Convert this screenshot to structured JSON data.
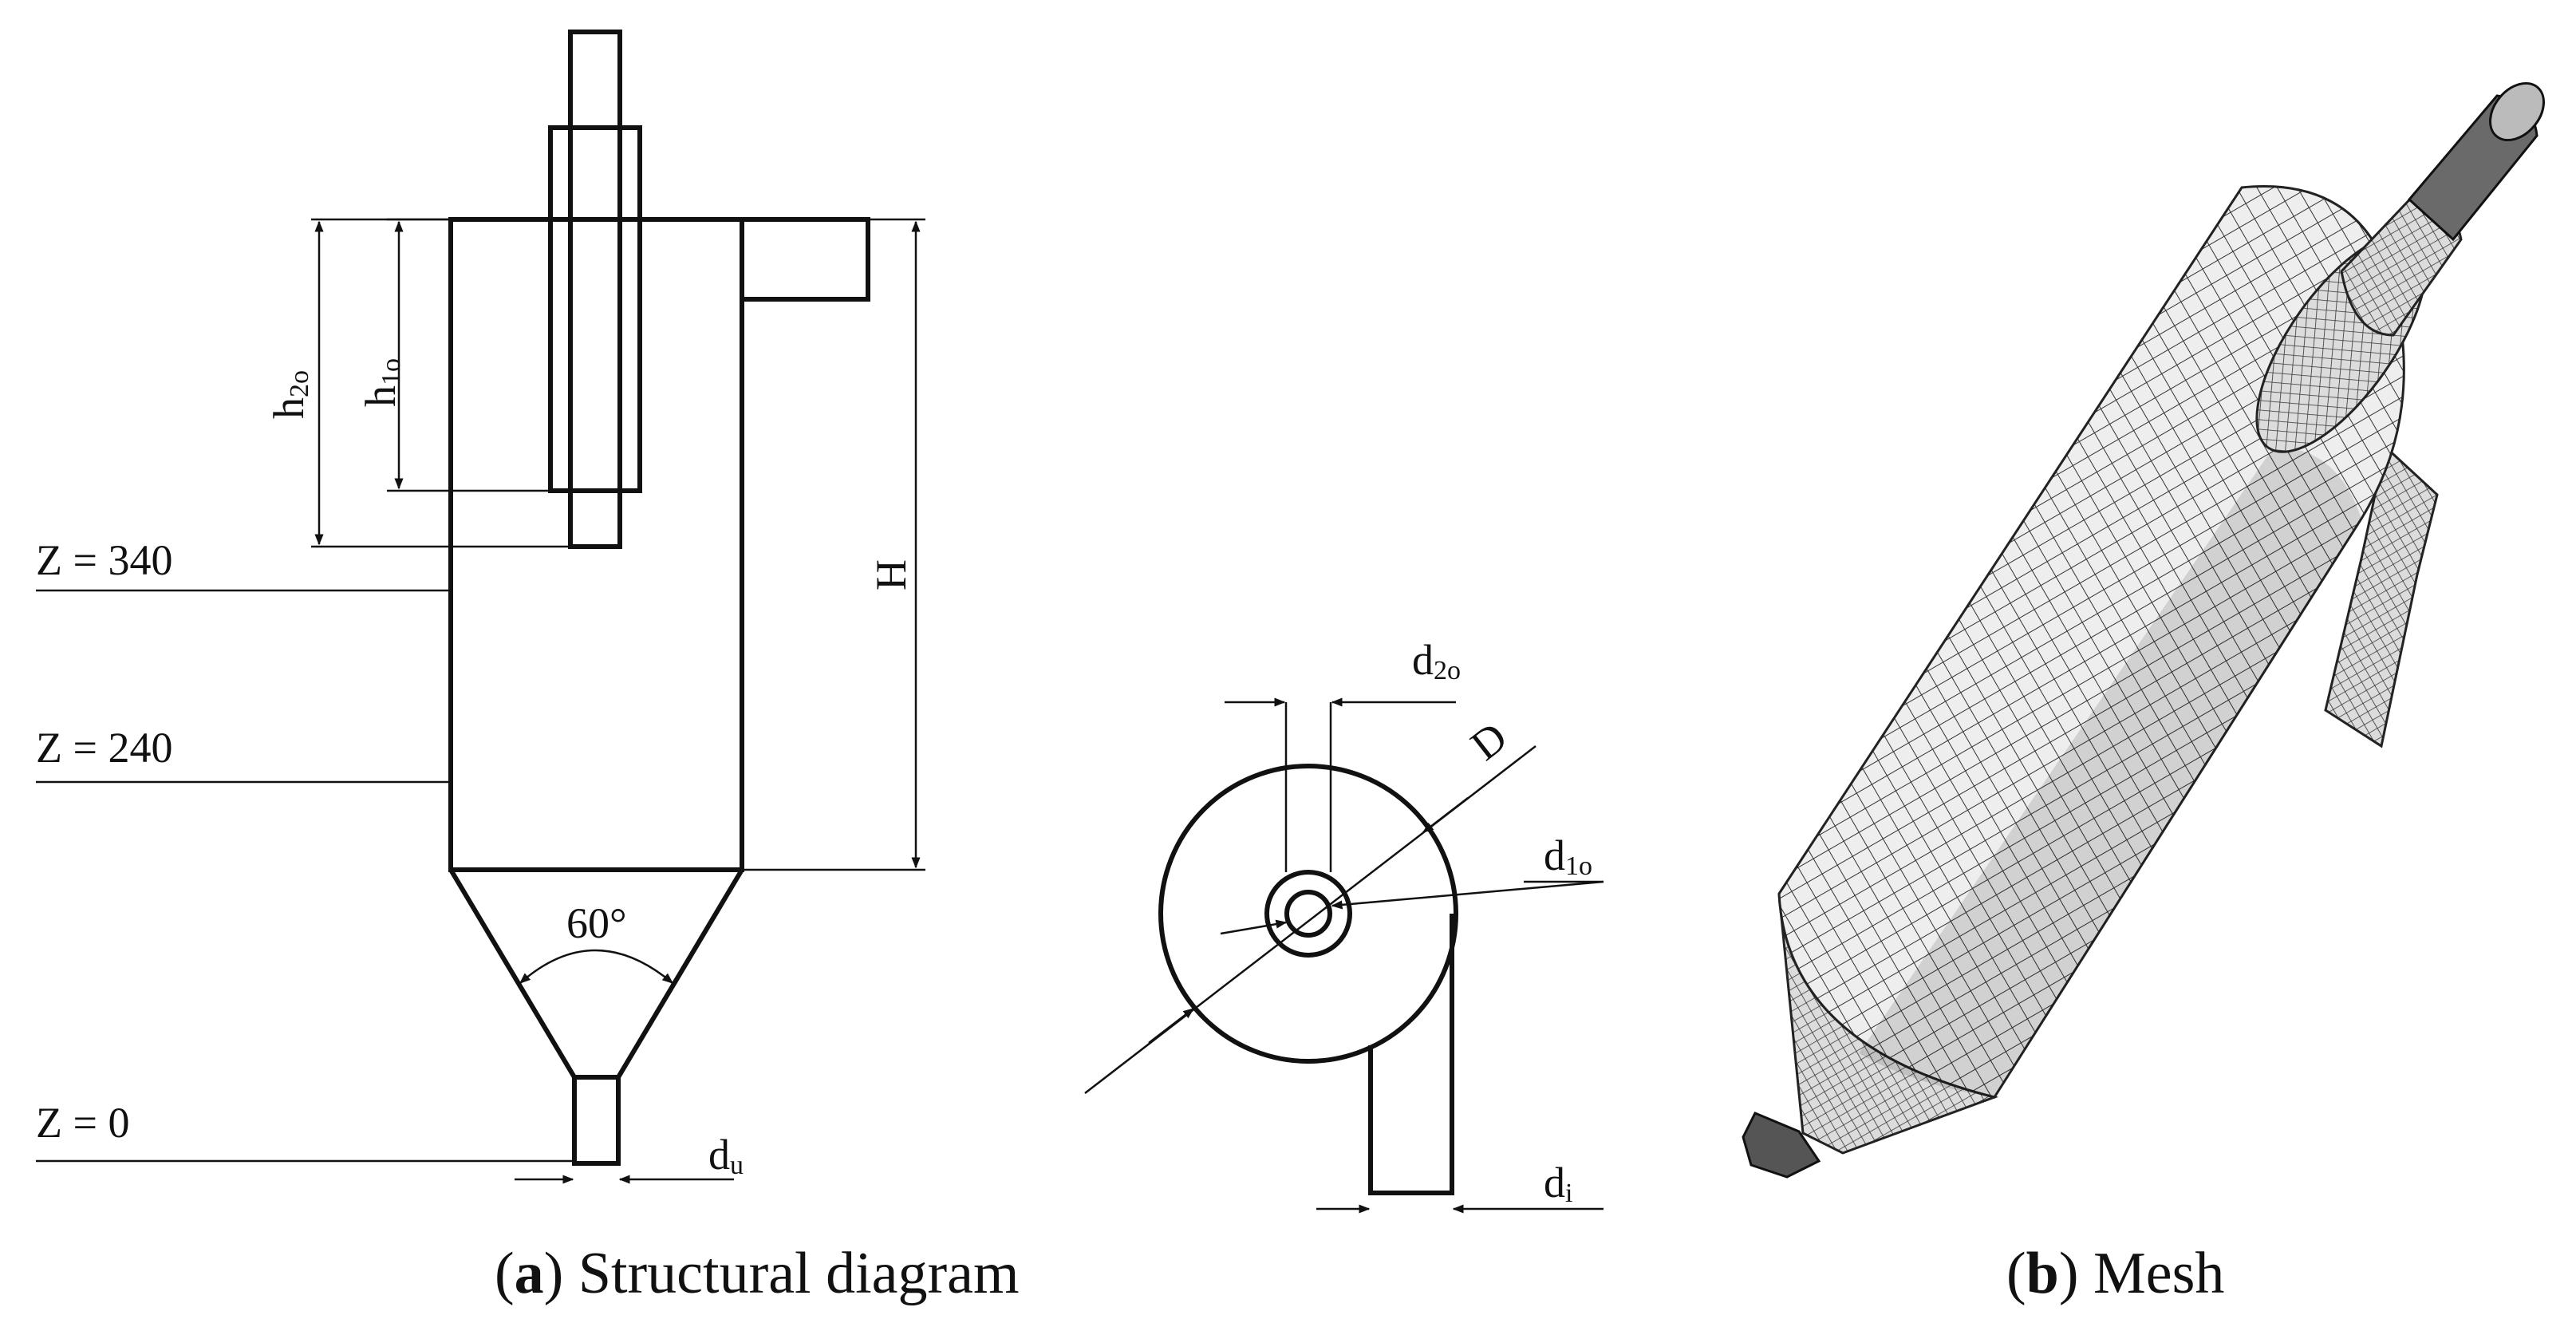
{
  "panel_a": {
    "caption_letter": "a",
    "caption_text": " Structural diagram",
    "levels": [
      {
        "key": "z340",
        "text": "Z = 340"
      },
      {
        "key": "z240",
        "text": "Z = 240"
      },
      {
        "key": "z0",
        "text": "Z = 0"
      }
    ],
    "dims": {
      "h2o_main": "h",
      "h2o_sub": "2o",
      "h1o_main": "h",
      "h1o_sub": "1o",
      "H": "H",
      "du_main": "d",
      "du_sub": "u",
      "angle": "60°"
    },
    "top_view": {
      "d2o_main": "d",
      "d2o_sub": "2o",
      "D": "D",
      "d1o_main": "d",
      "d1o_sub": "1o",
      "di_main": "d",
      "di_sub": "i"
    }
  },
  "panel_b": {
    "caption_letter": "b",
    "caption_text": " Mesh"
  }
}
